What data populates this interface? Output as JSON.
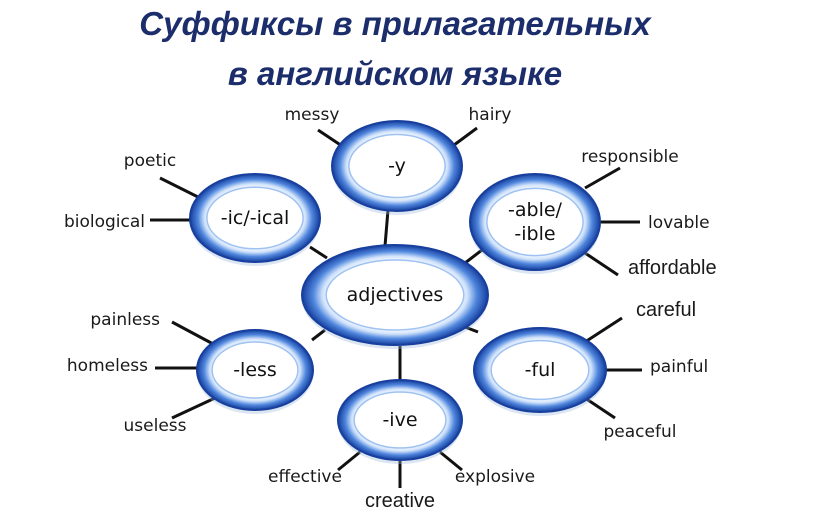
{
  "title": {
    "line1": "Суффиксы в прилагательных",
    "line2": "в английском языке"
  },
  "center": {
    "label": "adjectives"
  },
  "suffixes": [
    {
      "label": "-y",
      "words": [
        "messy",
        "hairy"
      ]
    },
    {
      "label": "-able/\n-ible",
      "words": [
        "responsible",
        "lovable",
        "affordable"
      ]
    },
    {
      "label": "-ful",
      "words": [
        "careful",
        "painful",
        "peaceful"
      ]
    },
    {
      "label": "-ive",
      "words": [
        "effective",
        "explosive",
        "creative"
      ]
    },
    {
      "label": "-less",
      "words": [
        "painless",
        "homeless",
        "useless"
      ]
    },
    {
      "label": "-ic/-ical",
      "words": [
        "poetic",
        "biological"
      ]
    }
  ],
  "colors": {
    "title": "#1c2d6b",
    "ring_outer": "#1f4fb8",
    "ring_inner": "#7fb0ee",
    "line": "#111111"
  }
}
